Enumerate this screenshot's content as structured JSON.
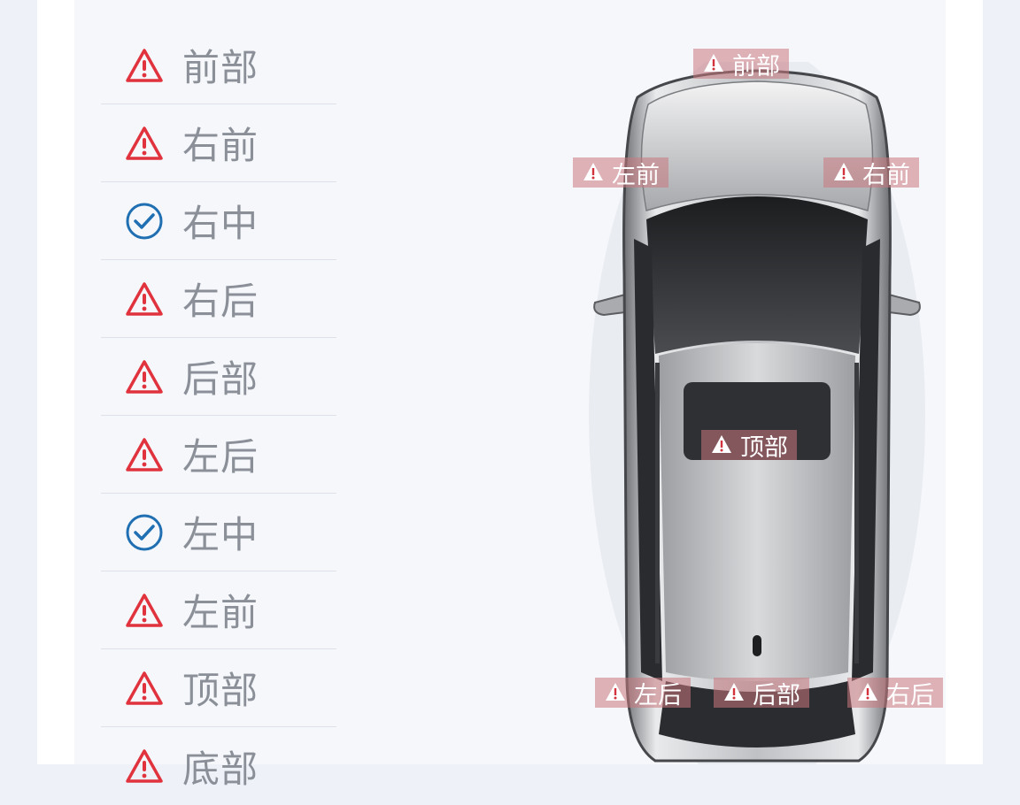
{
  "parts": [
    {
      "label": "前部",
      "status": "warning"
    },
    {
      "label": "右前",
      "status": "warning"
    },
    {
      "label": "右中",
      "status": "ok"
    },
    {
      "label": "右后",
      "status": "warning"
    },
    {
      "label": "后部",
      "status": "warning"
    },
    {
      "label": "左后",
      "status": "warning"
    },
    {
      "label": "左中",
      "status": "ok"
    },
    {
      "label": "左前",
      "status": "warning"
    },
    {
      "label": "顶部",
      "status": "warning"
    },
    {
      "label": "底部",
      "status": "warning"
    }
  ],
  "tags": {
    "front": "前部",
    "front_left": "左前",
    "front_right": "右前",
    "roof": "顶部",
    "rear_left": "左后",
    "rear": "后部",
    "rear_right": "右后"
  },
  "colors": {
    "warning": "#e0333d",
    "ok": "#1f6fb2",
    "label": "#8a8f98"
  }
}
